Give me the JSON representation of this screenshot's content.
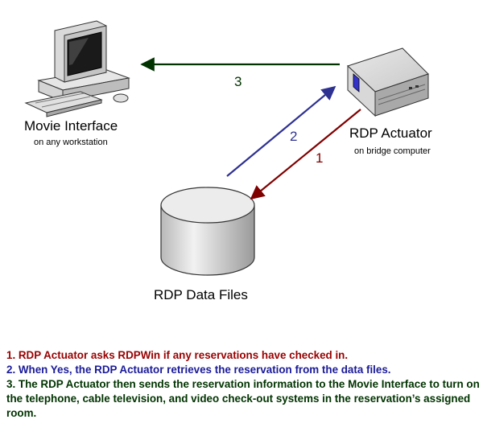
{
  "nodes": {
    "workstation": {
      "title": "Movie Interface",
      "subtitle": "on any workstation",
      "icon": "desktop-computer-icon"
    },
    "actuator": {
      "title": "RDP Actuator",
      "subtitle": "on bridge computer",
      "icon": "server-box-icon"
    },
    "database": {
      "title": "RDP Data Files",
      "icon": "database-cylinder-icon"
    }
  },
  "arrows": {
    "step1": {
      "label": "1",
      "color": "#800000"
    },
    "step2": {
      "label": "2",
      "color": "#2e3192"
    },
    "step3": {
      "label": "3",
      "color": "#003300"
    }
  },
  "steps": [
    {
      "text": "1.  RDP Actuator asks RDPWin if any reservations have checked in.",
      "color": "#990000"
    },
    {
      "text": "2.  When Yes, the RDP Actuator retrieves the reservation from the data files.",
      "color": "#1a1a99"
    },
    {
      "text": "3.  The RDP Actuator then sends the reservation information to the Movie Interface to turn on the telephone, cable television, and video check-out systems in the reservation’s assigned room.",
      "color": "#003300"
    }
  ]
}
